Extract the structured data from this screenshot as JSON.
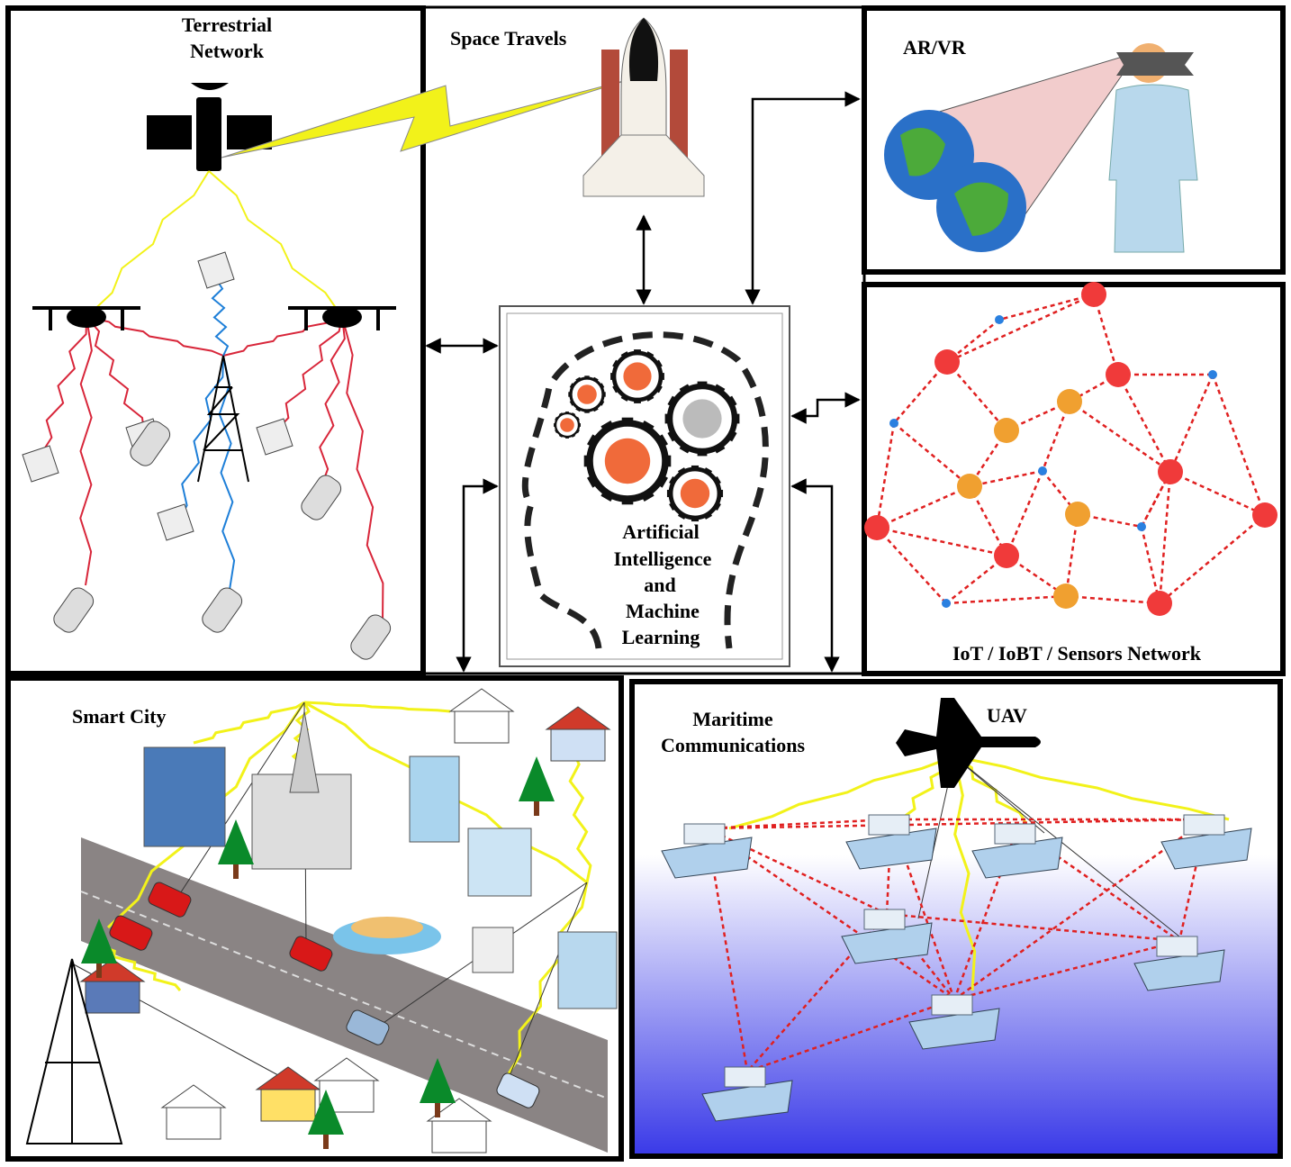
{
  "panels": {
    "terrestrial": {
      "title_line1": "Terrestrial",
      "title_line2": "Network"
    },
    "space": {
      "title": "Space Travels"
    },
    "arvr": {
      "title": "AR/VR"
    },
    "iot": {
      "title": "IoT / IoBT / Sensors Network"
    },
    "ai": {
      "line1": "Artificial",
      "line2": "Intelligence",
      "line3": "and",
      "line4": "Machine",
      "line5": "Learning"
    },
    "smart_city": {
      "title": "Smart City"
    },
    "maritime": {
      "title_line1": "Maritime",
      "title_line2": "Communications",
      "uav_label": "UAV"
    }
  },
  "colors": {
    "link_yellow": "#f2f21a",
    "link_red": "#d8263a",
    "link_blue": "#1e7fd8",
    "node_red": "#f03a3a",
    "node_orange": "#f0a030",
    "node_blue": "#2a80e0",
    "gear_orange": "#f06a3a",
    "sea_top": "#ffffff",
    "sea_bottom": "#3a3ae8",
    "road": "#8a8484"
  },
  "icons": [
    "satellite-icon",
    "drone-icon",
    "laptop-icon",
    "phone-icon",
    "cell-tower-icon",
    "space-shuttle-icon",
    "globe-icon",
    "vr-user-icon",
    "gear-icon",
    "airplane-icon",
    "ship-icon",
    "building-icon",
    "house-icon",
    "tree-icon",
    "car-icon"
  ]
}
